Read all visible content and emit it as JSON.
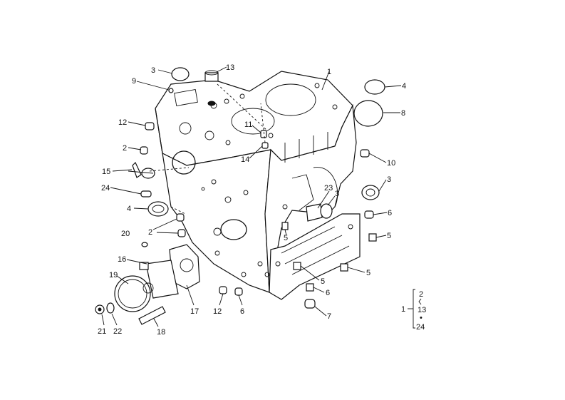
{
  "callouts": [
    {
      "id": "c1",
      "text": "1"
    },
    {
      "id": "c3a",
      "text": "3"
    },
    {
      "id": "c13",
      "text": "13"
    },
    {
      "id": "c9",
      "text": "9"
    },
    {
      "id": "c4a",
      "text": "4"
    },
    {
      "id": "c8",
      "text": "8"
    },
    {
      "id": "c12a",
      "text": "12"
    },
    {
      "id": "c11",
      "text": "11"
    },
    {
      "id": "c2a",
      "text": "2"
    },
    {
      "id": "c14",
      "text": "14"
    },
    {
      "id": "c10",
      "text": "10"
    },
    {
      "id": "c15",
      "text": "15"
    },
    {
      "id": "c3b",
      "text": "3"
    },
    {
      "id": "c24",
      "text": "24"
    },
    {
      "id": "c23",
      "text": "23"
    },
    {
      "id": "c3c",
      "text": "3"
    },
    {
      "id": "c4b",
      "text": "4"
    },
    {
      "id": "c6a",
      "text": "6"
    },
    {
      "id": "c2b",
      "text": "2"
    },
    {
      "id": "c5a",
      "text": "5"
    },
    {
      "id": "c5b",
      "text": "5"
    },
    {
      "id": "c20",
      "text": "20"
    },
    {
      "id": "c16",
      "text": "16"
    },
    {
      "id": "c5c",
      "text": "5"
    },
    {
      "id": "c19",
      "text": "19"
    },
    {
      "id": "c5d",
      "text": "5"
    },
    {
      "id": "c6b",
      "text": "6"
    },
    {
      "id": "c17",
      "text": "17"
    },
    {
      "id": "c12b",
      "text": "12"
    },
    {
      "id": "c6c",
      "text": "6"
    },
    {
      "id": "c7",
      "text": "7"
    },
    {
      "id": "c21",
      "text": "21"
    },
    {
      "id": "c22",
      "text": "22"
    },
    {
      "id": "c18",
      "text": "18"
    }
  ],
  "legend": {
    "root": "1",
    "top": "2",
    "mid": "13",
    "bottom": "24"
  }
}
